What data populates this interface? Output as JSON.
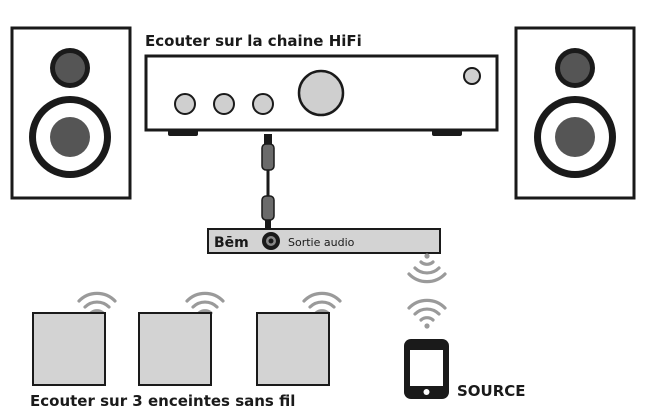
{
  "labels": {
    "hifi_title": "Ecouter sur la chaine HiFi",
    "wireless_title": "Ecouter sur 3 enceintes sans fil",
    "source": "SOURCE"
  },
  "bem_box": {
    "brand": "Bēm",
    "output_label": "Sortie audio"
  },
  "icons": {
    "speaker": "loudspeaker-icon",
    "amplifier": "amplifier-icon",
    "cable": "audio-cable-icon",
    "wifi": "wifi-icon",
    "phone": "smartphone-icon",
    "jack": "audio-jack-icon"
  },
  "colors": {
    "outline": "#1a1a1a",
    "dark_gray": "#555555",
    "mid_gray": "#6b6b6b",
    "light_gray": "#cfcfcf",
    "box_fill": "#d3d3d3",
    "wifi_gray": "#9a9a9a"
  }
}
